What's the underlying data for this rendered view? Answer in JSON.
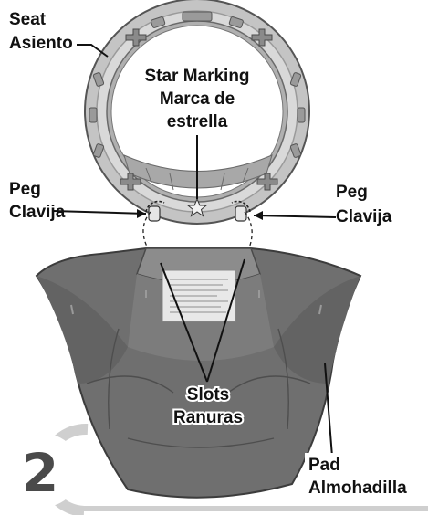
{
  "callouts": {
    "seat": {
      "en": "Seat",
      "es": "Asiento"
    },
    "star_marking": {
      "en": "Star Marking",
      "es_line1": "Marca de",
      "es_line2": "estrella"
    },
    "peg_left": {
      "en": "Peg",
      "es": "Clavija"
    },
    "peg_right": {
      "en": "Peg",
      "es": "Clavija"
    },
    "slots": {
      "en": "Slots",
      "es": "Ranuras"
    },
    "pad": {
      "en": "Pad",
      "es": "Almohadilla"
    }
  },
  "step": {
    "number": "2"
  },
  "colors": {
    "ring": "#bdbdbd",
    "ring_dark": "#8c8c8c",
    "pad": "#6f6f6f",
    "pad_dark": "#555555",
    "pad_light": "#9a9a9a",
    "step_circle": "#d9d9d9",
    "leader": "#111111"
  }
}
